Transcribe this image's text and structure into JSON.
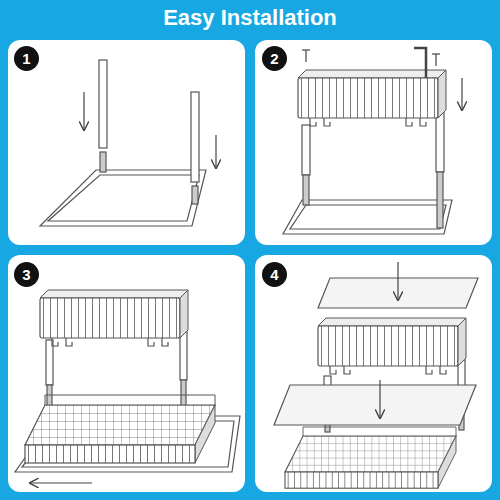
{
  "diagram": {
    "title": "Easy Installation",
    "nodes": [
      {
        "text": [
          "1"
        ]
      },
      {
        "text": [
          "2"
        ]
      },
      {
        "text": [
          "3"
        ]
      },
      {
        "text": [
          "4"
        ]
      }
    ]
  }
}
